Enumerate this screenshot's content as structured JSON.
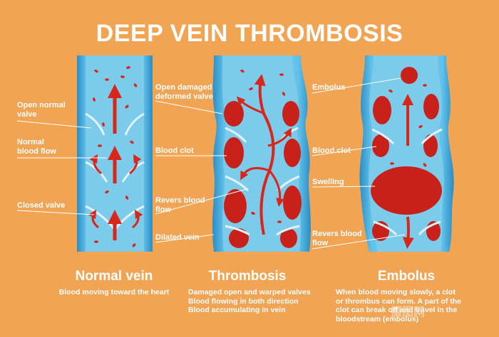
{
  "title": "DEEP VEIN THROMBOSIS",
  "colors": {
    "background": "#f0a454",
    "vein_light": "#8ed3ee",
    "vein_mid": "#4fb3df",
    "vein_dark": "#2b8cc4",
    "blood": "#d8261b",
    "text": "#ffffff"
  },
  "panels": [
    {
      "heading": "Normal vein",
      "description": [
        "Blood moving toward the heart"
      ],
      "labels": [
        "Open normal\nvalve",
        "Normal\nblood flow",
        "Closed valve"
      ]
    },
    {
      "heading": "Thrombosis",
      "description": [
        "Damaged open and warped valves",
        "Blood flowing in both direction",
        "Blood accumulating in vein"
      ],
      "labels": [
        "Open damaged\ndeformed valve",
        "Blood clot",
        "Revers blood\nflow",
        "Dilated vein"
      ]
    },
    {
      "heading": "Embolus",
      "description": [
        "When blood moving slowly, a clot",
        "or thrombus can form. A part of the",
        "clot can break off and travel in the",
        "bloodstream (embolus)"
      ],
      "labels": [
        "Embolus",
        "Blood clot",
        "Swelling",
        "Revers blood\nflow"
      ]
    }
  ],
  "watermark": "摄图网"
}
